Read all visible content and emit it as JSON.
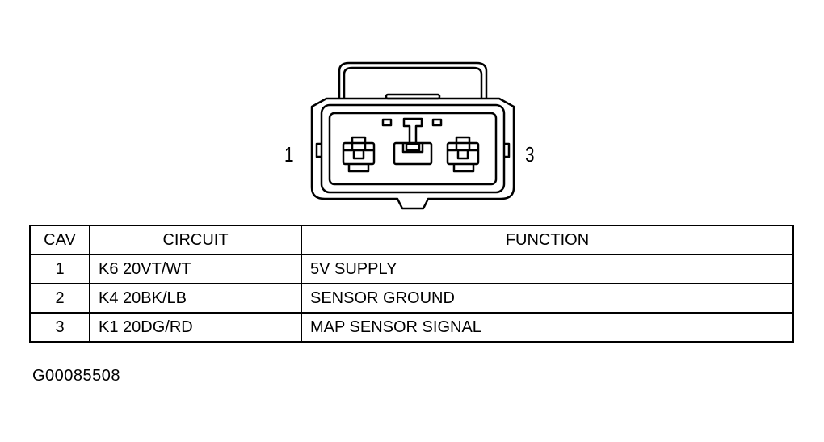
{
  "connector": {
    "pin_left_label": "1",
    "pin_right_label": "3"
  },
  "table": {
    "headers": [
      "CAV",
      "CIRCUIT",
      "FUNCTION"
    ],
    "rows": [
      {
        "cav": "1",
        "circuit": "K6 20VT/WT",
        "function": "5V SUPPLY"
      },
      {
        "cav": "2",
        "circuit": "K4 20BK/LB",
        "function": "SENSOR GROUND"
      },
      {
        "cav": "3",
        "circuit": "K1 20DG/RD",
        "function": "MAP SENSOR SIGNAL"
      }
    ]
  },
  "figure_code": "G00085508"
}
